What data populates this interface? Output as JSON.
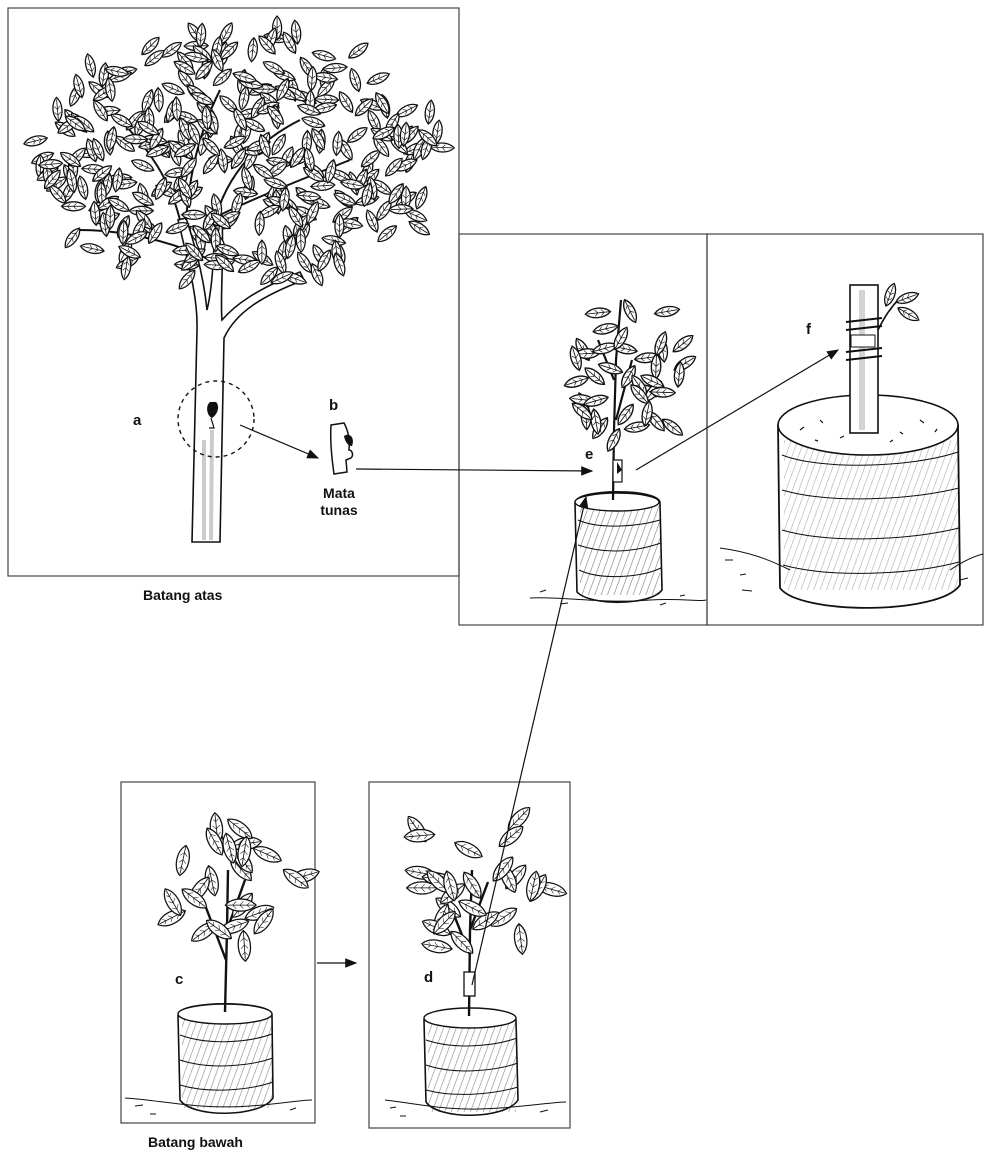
{
  "labels": {
    "a": "a",
    "b": "b",
    "c": "c",
    "d": "d",
    "e": "e",
    "f": "f"
  },
  "captions": {
    "scion_source": "Batang atas",
    "rootstock": "Batang bawah",
    "bud_line1": "Mata",
    "bud_line2": "tunas"
  },
  "colors": {
    "ink": "#111111",
    "paper": "#ffffff",
    "frame": "#444444"
  }
}
